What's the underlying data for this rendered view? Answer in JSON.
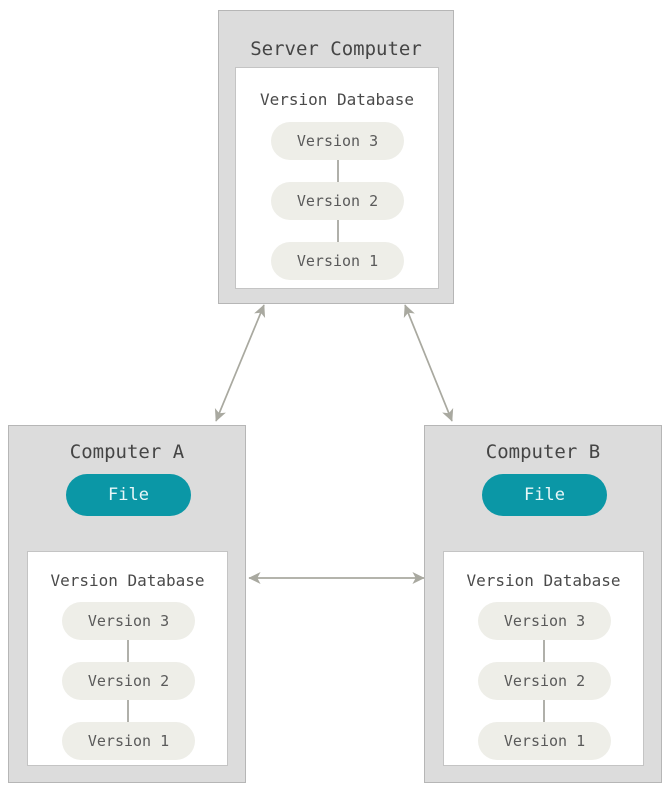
{
  "diagram": {
    "type": "distributed-version-control",
    "colors": {
      "machine_fill": "#dcdcdc",
      "machine_border": "#b6b6b6",
      "db_fill": "#ffffff",
      "db_border": "#c4c4c4",
      "version_pill_fill": "#eeeee8",
      "version_pill_text": "#5a5a5a",
      "file_pill_fill": "#0b97a6",
      "file_pill_text": "#e8f7f8",
      "arrow": "#a9a9a0",
      "title_text": "#454545",
      "background": "#ffffff"
    },
    "server": {
      "title": "Server Computer",
      "database": {
        "title": "Version Database",
        "versions": [
          {
            "label": "Version 3"
          },
          {
            "label": "Version 2"
          },
          {
            "label": "Version 1"
          }
        ]
      }
    },
    "clients": [
      {
        "id": "computer-a",
        "title": "Computer A",
        "file": {
          "label": "File"
        },
        "database": {
          "title": "Version Database",
          "versions": [
            {
              "label": "Version 3"
            },
            {
              "label": "Version 2"
            },
            {
              "label": "Version 1"
            }
          ]
        }
      },
      {
        "id": "computer-b",
        "title": "Computer B",
        "file": {
          "label": "File"
        },
        "database": {
          "title": "Version Database",
          "versions": [
            {
              "label": "Version 3"
            },
            {
              "label": "Version 2"
            },
            {
              "label": "Version 1"
            }
          ]
        }
      }
    ],
    "arrows": [
      {
        "name": "server-to-computer-a",
        "heads": "both"
      },
      {
        "name": "server-to-computer-b",
        "heads": "both"
      },
      {
        "name": "computer-a-to-computer-b",
        "heads": "both"
      },
      {
        "name": "database-to-file-a",
        "heads": "end"
      },
      {
        "name": "database-to-file-b",
        "heads": "end"
      }
    ]
  }
}
